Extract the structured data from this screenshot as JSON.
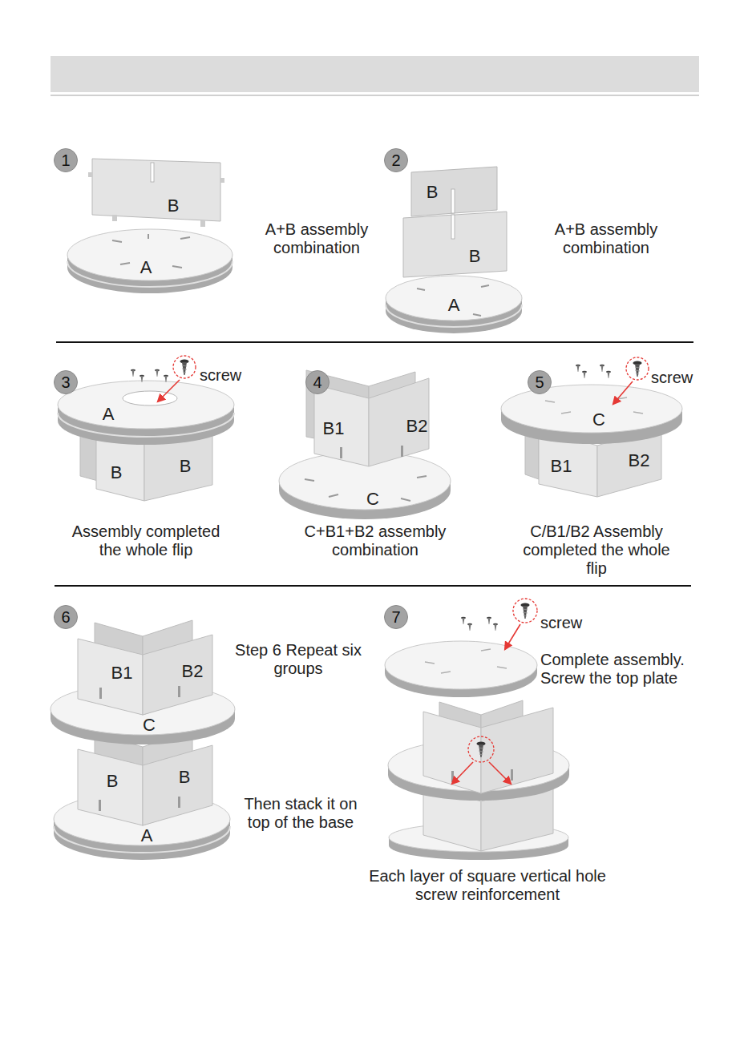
{
  "diagram": {
    "nodes": [
      {
        "text": [
          "1"
        ]
      },
      {
        "text": [
          "2"
        ]
      },
      {
        "text": [
          "3"
        ]
      },
      {
        "text": [
          "4"
        ]
      },
      {
        "text": [
          "5"
        ]
      },
      {
        "text": [
          "6"
        ]
      },
      {
        "text": [
          "7"
        ]
      }
    ],
    "labels": [
      "B",
      "A",
      "A+B assembly combination",
      "B",
      "B",
      "A",
      "A+B assembly combination",
      "screw",
      "A",
      "B",
      "B",
      "Assembly completed the whole flip",
      "B1",
      "B2",
      "C",
      "C+B1+B2 assembly combination",
      "screw",
      "C",
      "B1",
      "B2",
      "C/B1/B2 Assembly completed the whole flip",
      "B1",
      "B2",
      "Step 6 Repeat six groups",
      "C",
      "B",
      "B",
      "A",
      "Then stack it on top of the base",
      "screw",
      "Complete assembly. Screw the top plate",
      "Each layer of square vertical hole screw reinforcement"
    ]
  }
}
